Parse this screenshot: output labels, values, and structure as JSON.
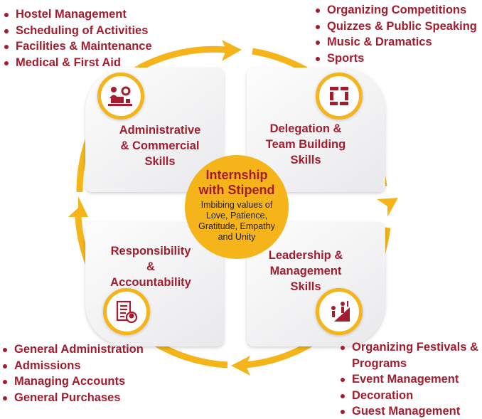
{
  "colors": {
    "accent": "#f4b41a",
    "text": "#a31d2e"
  },
  "center": {
    "title_line1": "Internship",
    "title_line2": "with Stipend",
    "subtitle_line1": "Imbibing values of",
    "subtitle_line2": "Love, Patience,",
    "subtitle_line3": "Gratitude, Empathy",
    "subtitle_line4": "and Unity"
  },
  "quadrants": [
    {
      "label_lines": [
        "Administrative",
        "& Commercial",
        "Skills"
      ],
      "icon": "admin-desk-gear-icon",
      "items": [
        "Hostel Management",
        "Scheduling of Activities",
        "Facilities & Maintenance",
        "Medical & First Aid"
      ]
    },
    {
      "label_lines": [
        "Delegation &",
        "Team Building",
        "Skills"
      ],
      "icon": "team-hands-icon",
      "items": [
        "Organizing Competitions",
        "Quizzes & Public Speaking",
        "Music & Dramatics",
        "Sports"
      ]
    },
    {
      "label_lines": [
        "Leadership &",
        "Management",
        "Skills"
      ],
      "icon": "climbing-team-icon",
      "items": [
        "Organizing Festivals &",
        "Programs",
        "Event Management",
        "Decoration",
        "Guest Management"
      ]
    },
    {
      "label_lines": [
        "Responsibility",
        "&",
        "Accountability"
      ],
      "icon": "checklist-person-icon",
      "items": [
        "General Administration",
        "Admissions",
        "Managing Accounts",
        "General Purchases"
      ]
    }
  ]
}
